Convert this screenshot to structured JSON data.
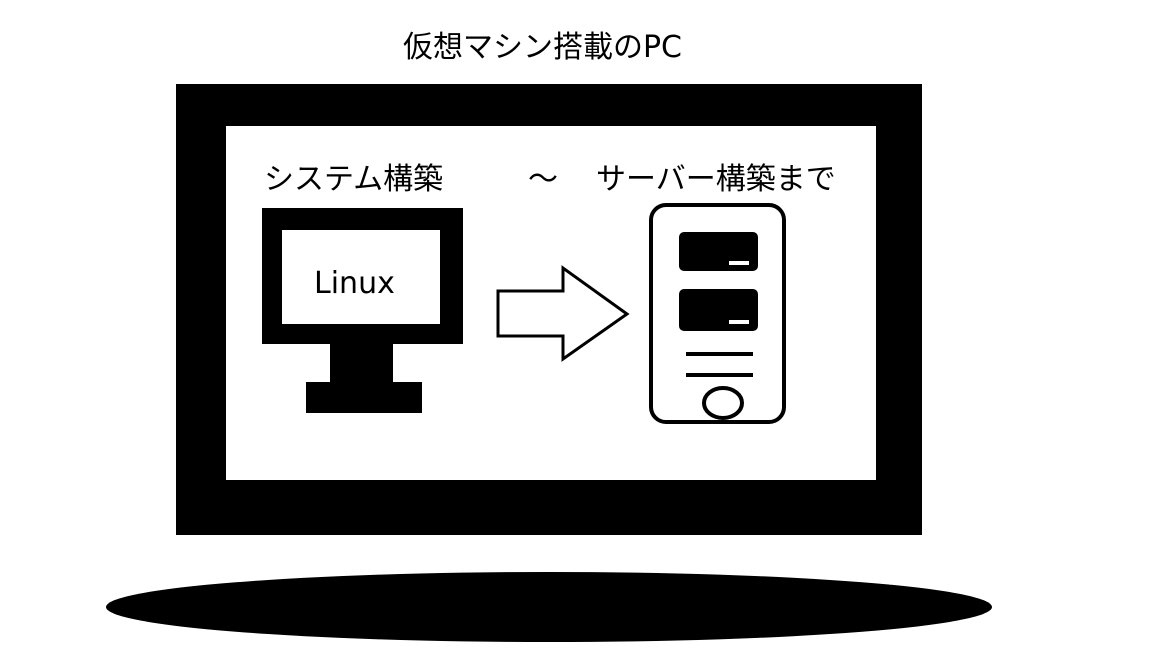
{
  "title": "仮想マシン搭載のPC",
  "screen": {
    "left_label": "システム構築",
    "separator": "～",
    "right_label": "サーバー構築まで",
    "monitor_text": "Linux"
  },
  "colors": {
    "ink": "#000000",
    "paper": "#ffffff"
  },
  "icons": [
    "monitor-icon",
    "arrow-right-icon",
    "server-icon"
  ]
}
